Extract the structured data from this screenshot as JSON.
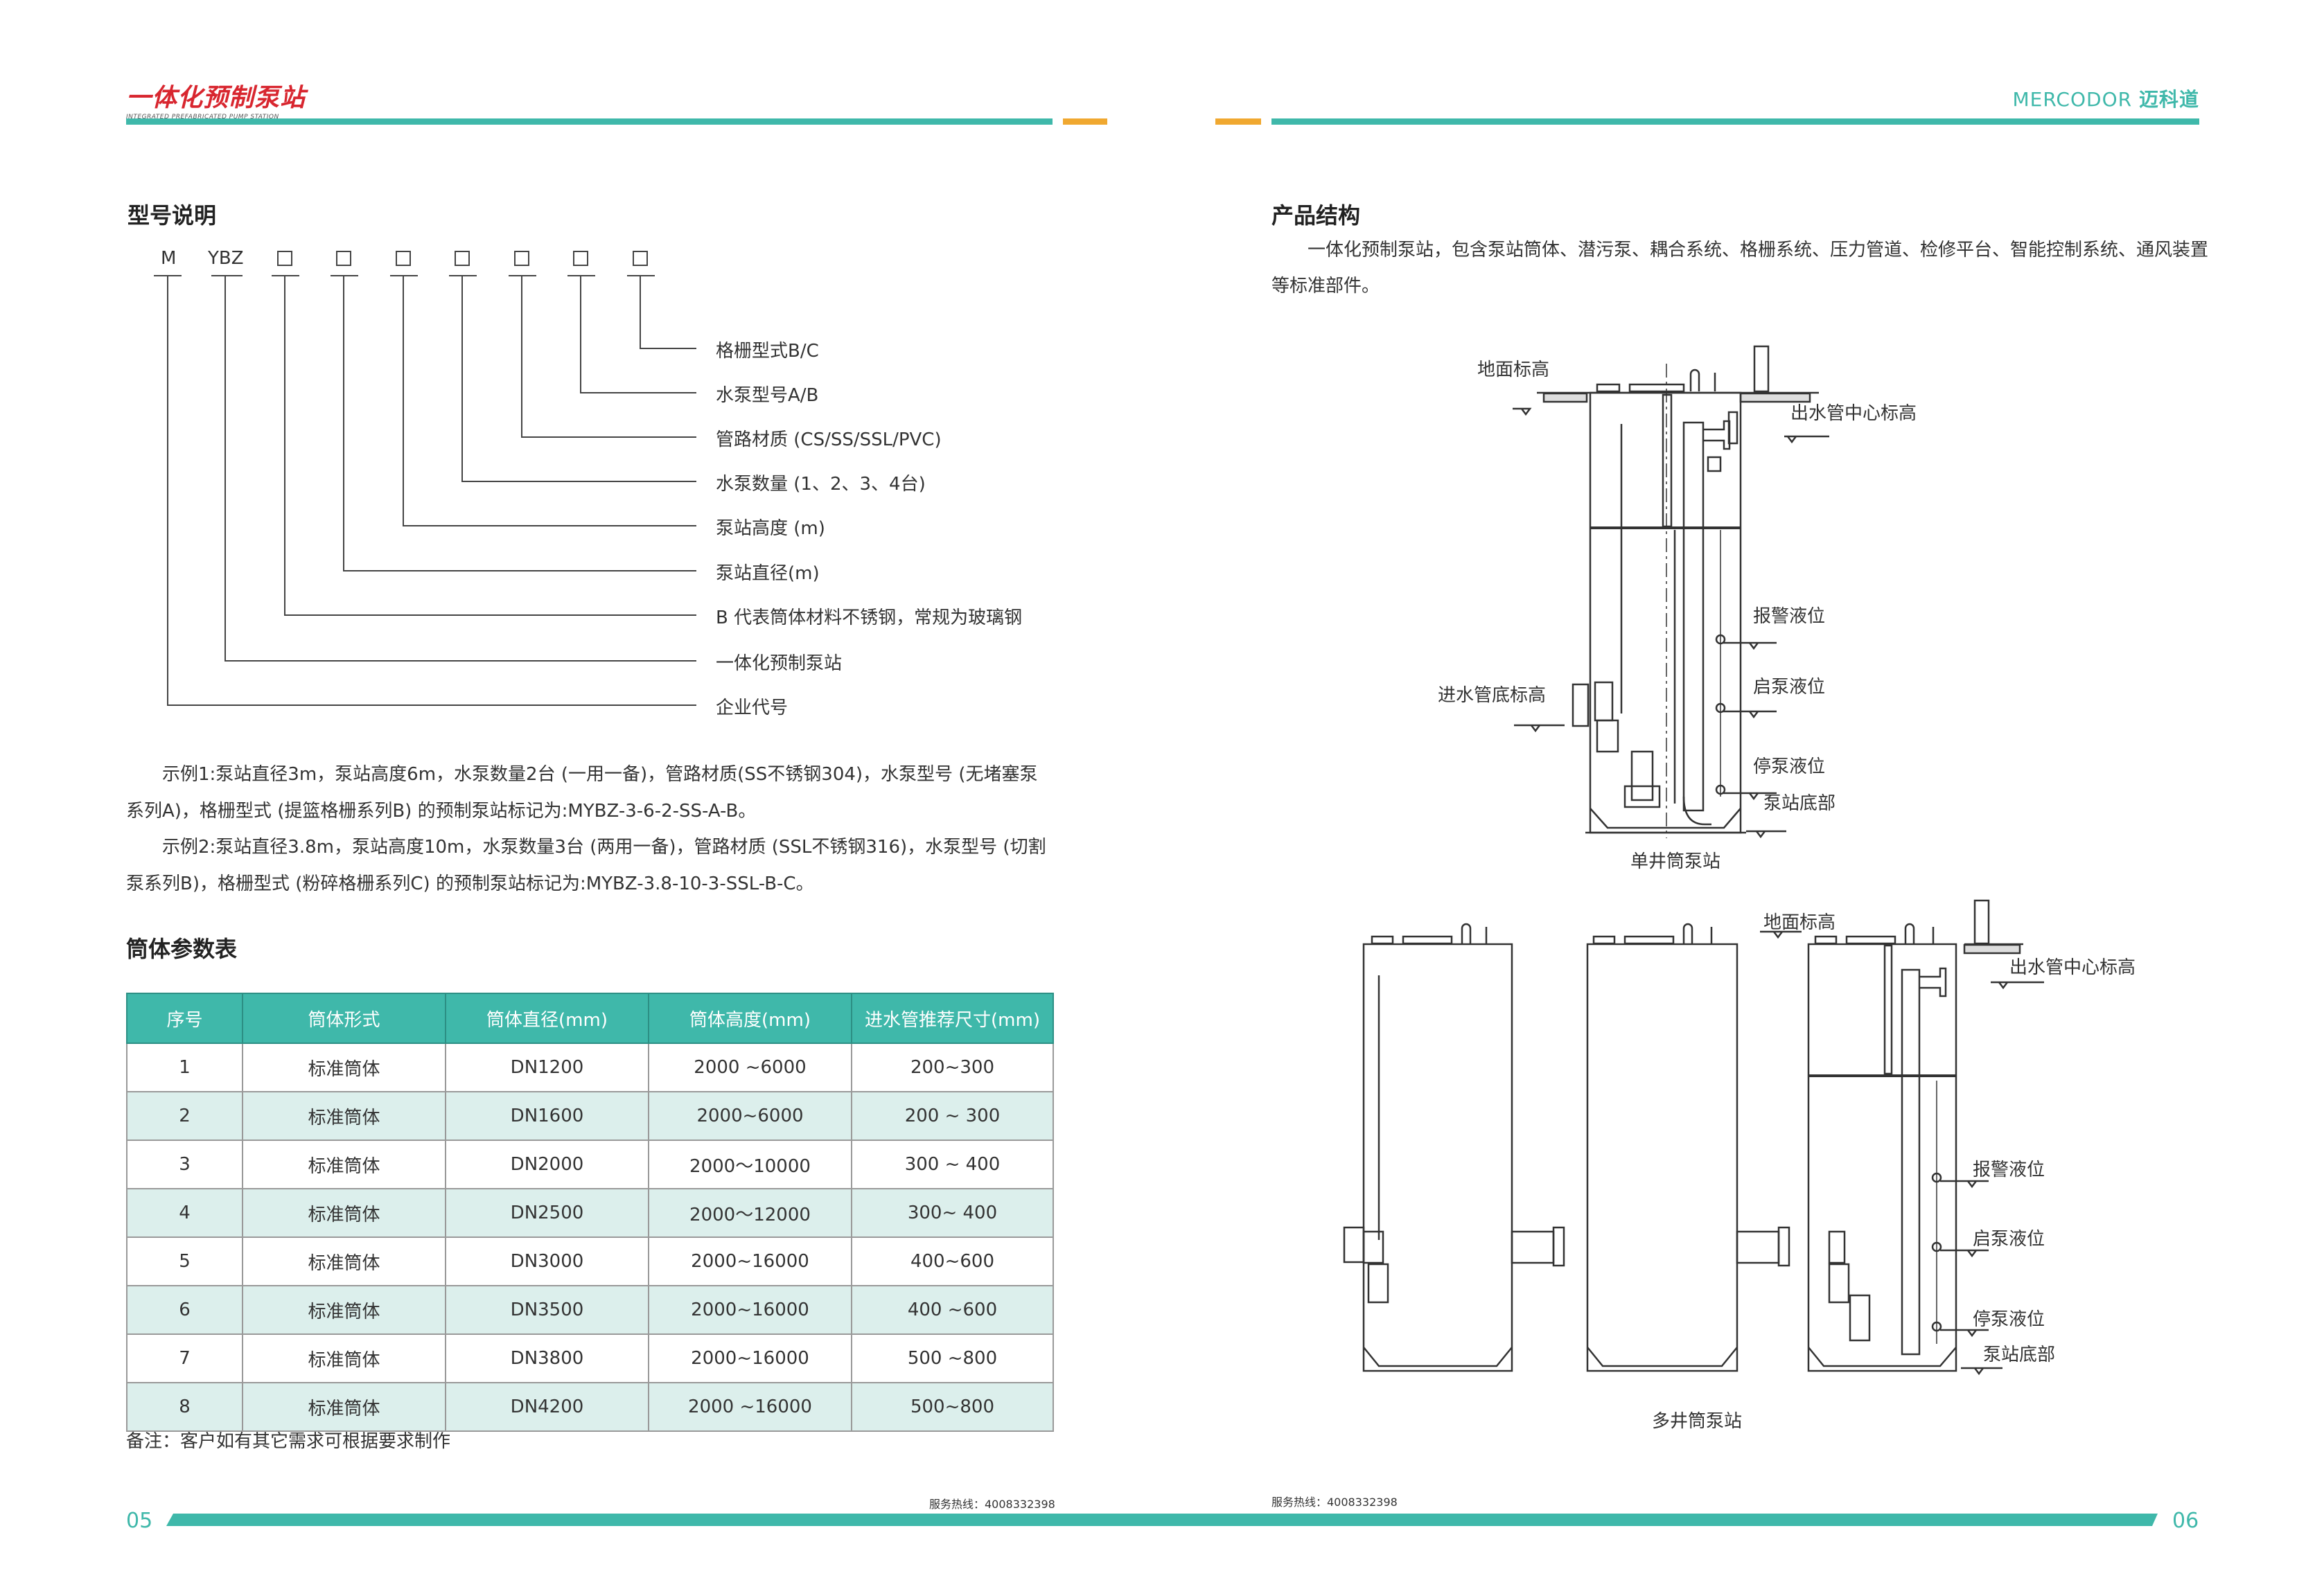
{
  "header": {
    "logo_cn": "一体化预制泵站",
    "logo_en": "INTEGRATED PREFABRICATED PUMP STATION",
    "brand_en": "MERCODOR",
    "brand_cn": "迈科道"
  },
  "left": {
    "model_title": "型号说明",
    "code_parts": [
      "M",
      "YBZ"
    ],
    "code_labels": [
      "格栅型式B/C",
      "水泵型号A/B",
      "管路材质 (CS/SS/SSL/PVC)",
      "水泵数量 (1、2、3、4台)",
      "泵站高度 (m)",
      "泵站直径(m)",
      "B 代表筒体材料不锈钢，常规为玻璃钢",
      "一体化预制泵站",
      "企业代号"
    ],
    "examples": [
      "示例1:泵站直径3m，泵站高度6m，水泵数量2台 (一用一备)，管路材质(SS不锈钢304)，水泵型号 (无堵塞泵系列A)，格栅型式 (提篮格栅系列B) 的预制泵站标记为:MYBZ-3-6-2-SS-A-B。",
      "示例2:泵站直径3.8m，泵站高度10m，水泵数量3台 (两用一备)，管路材质 (SSL不锈钢316)，水泵型号 (切割泵系列B)，格栅型式 (粉碎格栅系列C) 的预制泵站标记为:MYBZ-3.8-10-3-SSL-B-C。"
    ],
    "table_title": "筒体参数表",
    "table": {
      "headers": [
        "序号",
        "筒体形式",
        "筒体直径(mm)",
        "筒体高度(mm)",
        "进水管推荐尺寸(mm)"
      ],
      "rows": [
        [
          "1",
          "标准筒体",
          "DN1200",
          "2000 ~6000",
          "200~300"
        ],
        [
          "2",
          "标准筒体",
          "DN1600",
          "2000~6000",
          "200 ~ 300"
        ],
        [
          "3",
          "标准筒体",
          "DN2000",
          "2000～10000",
          "300 ~ 400"
        ],
        [
          "4",
          "标准筒体",
          "DN2500",
          "2000～12000",
          "300~ 400"
        ],
        [
          "5",
          "标准筒体",
          "DN3000",
          "2000~16000",
          "400~600"
        ],
        [
          "6",
          "标准筒体",
          "DN3500",
          "2000~16000",
          "400 ~600"
        ],
        [
          "7",
          "标准筒体",
          "DN3800",
          "2000~16000",
          "500 ~800"
        ],
        [
          "8",
          "标准筒体",
          "DN4200",
          "2000 ~16000",
          "500~800"
        ]
      ]
    },
    "note": "备注：客户如有其它需求可根据要求制作"
  },
  "right": {
    "title": "产品结构",
    "intro_line1": "一体化预制泵站，包含泵站筒体、潜污泵、耦合系统、格栅系统、压力管道、检修平台、智能控制系统、通风装置",
    "intro_line2": "等标准部件。",
    "single": {
      "ground": "地面标高",
      "outlet": "出水管中心标高",
      "alarm": "报警液位",
      "start": "启泵液位",
      "stop": "停泵液位",
      "bottom": "泵站底部",
      "inlet": "进水管底标高",
      "caption": "单井筒泵站"
    },
    "multi": {
      "ground": "地面标高",
      "outlet": "出水管中心标高",
      "alarm": "报警液位",
      "start": "启泵液位",
      "stop": "停泵液位",
      "bottom": "泵站底部",
      "caption": "多井筒泵站"
    }
  },
  "footer": {
    "left_page": "05",
    "right_page": "06",
    "hotline_left": "服务热线：4008332398",
    "hotline_right": "服务热线：4008332398"
  }
}
